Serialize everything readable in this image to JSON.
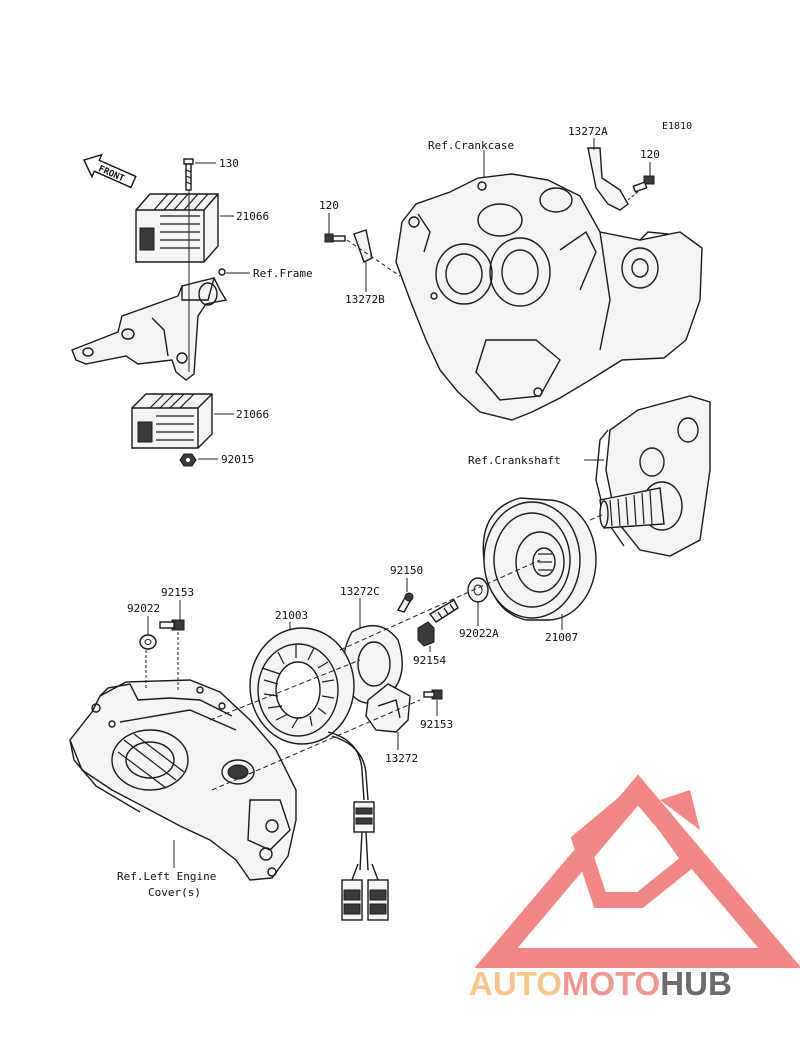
{
  "diagram": {
    "code": "E1810",
    "front_label": "FRONT",
    "labels": {
      "p130": "130",
      "p21066_top": "21066",
      "ref_frame": "Ref.Frame",
      "p21066_bottom": "21066",
      "p92015": "92015",
      "ref_crankcase": "Ref.Crankcase",
      "p13272A": "13272A",
      "p120_right": "120",
      "p120_left": "120",
      "p13272B": "13272B",
      "ref_crankshaft": "Ref.Crankshaft",
      "p92150": "92150",
      "p13272C": "13272C",
      "p21003": "21003",
      "p92153_top": "92153",
      "p92022": "92022",
      "p92154": "92154",
      "p92022A": "92022A",
      "p21007": "21007",
      "p92153_right": "92153",
      "p13272": "13272",
      "ref_cover_line1": "Ref.Left Engine",
      "ref_cover_line2": "Cover(s)"
    }
  },
  "watermark": {
    "brand_part1": "AUTO",
    "brand_part2": "MOTO",
    "brand_part3": "HUB",
    "colors": {
      "auto": "#f7c079",
      "moto": "#f08a86",
      "hub": "#5a5a5a",
      "triangle": "#f17a78"
    }
  }
}
